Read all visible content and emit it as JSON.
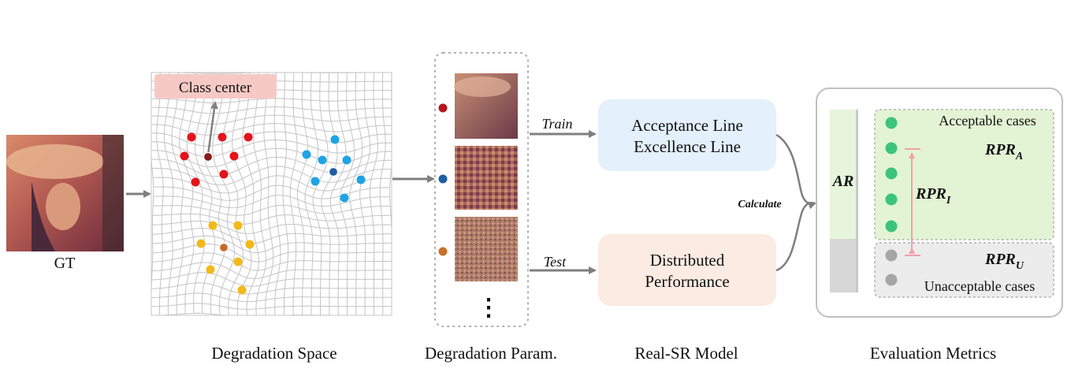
{
  "gt_label": "GT",
  "degradation_space": {
    "class_center_label": "Class center",
    "caption": "Degradation Space",
    "clusters": [
      {
        "name": "red",
        "color": "#e3141b",
        "center_color": "#8b1a1a"
      },
      {
        "name": "blue",
        "color": "#1ea3e6",
        "center_color": "#1f5fa3"
      },
      {
        "name": "yellow",
        "color": "#f3b91a",
        "center_color": "#c86a2a"
      }
    ]
  },
  "degradation_param": {
    "caption": "Degradation Param.",
    "dot_colors": [
      "#b3161b",
      "#1f5fa3",
      "#c8702a"
    ],
    "ellipsis": "⋮"
  },
  "model": {
    "caption": "Real-SR Model",
    "train_label": "Train",
    "test_label": "Test",
    "top_box": {
      "line1": "Acceptance Line",
      "line2": "Excellence Line",
      "fill": "#e4f0fb"
    },
    "bottom_box": {
      "line1": "Distributed",
      "line2": "Performance",
      "fill": "#fcebe2"
    }
  },
  "calculate_label": "Calculate",
  "evaluation": {
    "caption": "Evaluation Metrics",
    "ar_label": "AR",
    "acceptable_label": "Acceptable cases",
    "unacceptable_label": "Unacceptable cases",
    "rpr_a": {
      "base": "RPR",
      "sub": "A"
    },
    "rpr_i": {
      "base": "RPR",
      "sub": "I"
    },
    "rpr_u": {
      "base": "RPR",
      "sub": "U"
    },
    "green_color": "#3cc47a",
    "grey_color": "#a6a6a6"
  }
}
